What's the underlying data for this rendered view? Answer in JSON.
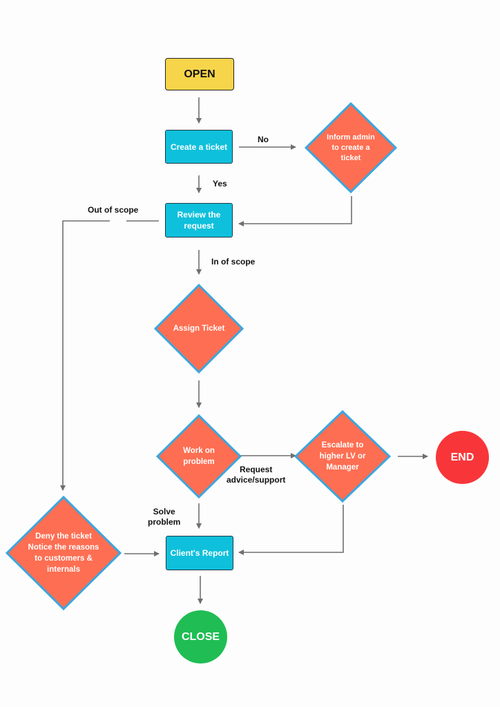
{
  "nodes": {
    "open": "OPEN",
    "create_ticket": "Create a ticket",
    "inform_admin": "Inform admin\nto create a\nticket",
    "review_request": "Review the\nrequest",
    "assign_ticket": "Assign Ticket",
    "work_on_problem": "Work on\nproblem",
    "escalate": "Escalate to\nhigher LV or\nManager",
    "end": "END",
    "deny_ticket": "Deny the ticket\nNotice the reasons\nto customers &\ninternals",
    "clients_report": "Client's Report",
    "close": "CLOSE"
  },
  "edge_labels": {
    "no": "No",
    "yes": "Yes",
    "out_of_scope": "Out of scope",
    "in_of_scope": "In of scope",
    "request_support": "Request\nadvice/support",
    "solve_problem": "Solve\nproblem"
  },
  "colors": {
    "terminal_open": "#f7d54a",
    "process": "#0fc0dc",
    "decision_fill": "#fe6e52",
    "decision_border": "#3aa7de",
    "end": "#f8363a",
    "close": "#1fbd54",
    "connector": "#6f6f6f"
  }
}
